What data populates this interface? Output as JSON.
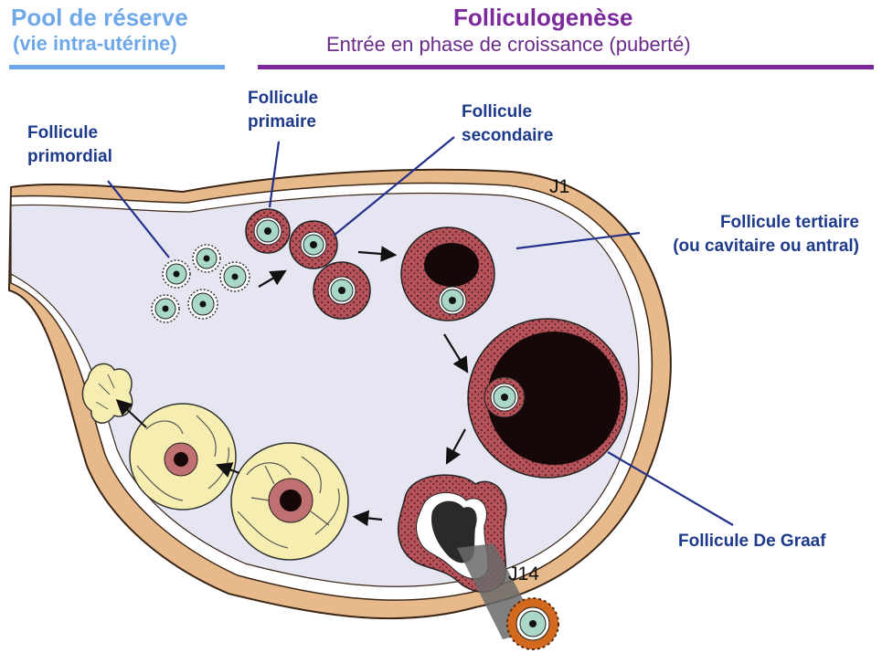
{
  "header": {
    "pool_title": "Pool de réserve",
    "pool_subtitle": "(vie intra-utérine)",
    "folliculo_title": "Folliculogenèse",
    "folliculo_subtitle": "Entrée en phase de croissance (puberté)"
  },
  "labels": {
    "primordial": [
      "Follicule",
      "primordial"
    ],
    "primaire": [
      "Follicule",
      "primaire"
    ],
    "secondaire": [
      "Follicule",
      "secondaire"
    ],
    "tertiaire": [
      "Follicule tertiaire",
      "(ou cavitaire ou antral)"
    ],
    "de_graaf": "Follicule De Graaf",
    "j1": "J1",
    "j14": "J14"
  },
  "colors": {
    "pool_blue": "#6fa8e8",
    "purple": "#7a2a9a",
    "label_blue": "#1e3a8a",
    "ovary_cortex": "#e8b98a",
    "ovary_inner": "#e6e6f2",
    "granulosa": "#b5525a",
    "oocyte": "#a9d8c8",
    "corpus_luteum": "#f6eeb0"
  }
}
